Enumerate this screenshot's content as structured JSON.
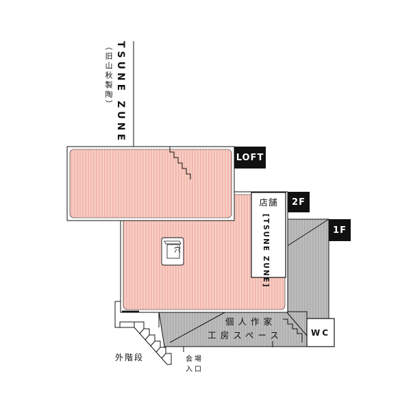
{
  "building": {
    "name": "TSUNE ZUNE",
    "former_name": "（旧山秋製陶）"
  },
  "floors": {
    "loft": "LOFT",
    "f2": "2F",
    "f1": "1F"
  },
  "rooms": {
    "shop_title": "店舗",
    "shop_name": "[TSUNE ZUNE]",
    "workshop_line1": "個人作家",
    "workshop_line2": "工房スペース",
    "hole": "穴",
    "wc": "WC"
  },
  "access": {
    "outer_stairs": "外階段",
    "entrance_line1": "会場",
    "entrance_line2": "入口"
  },
  "colors": {
    "pink_fill": "#f7cfc6",
    "pink_stripe": "#ee9a8e",
    "gray_fill": "#b9b9b9",
    "gray_stripe": "#9f9f9f",
    "line": "#111111"
  }
}
